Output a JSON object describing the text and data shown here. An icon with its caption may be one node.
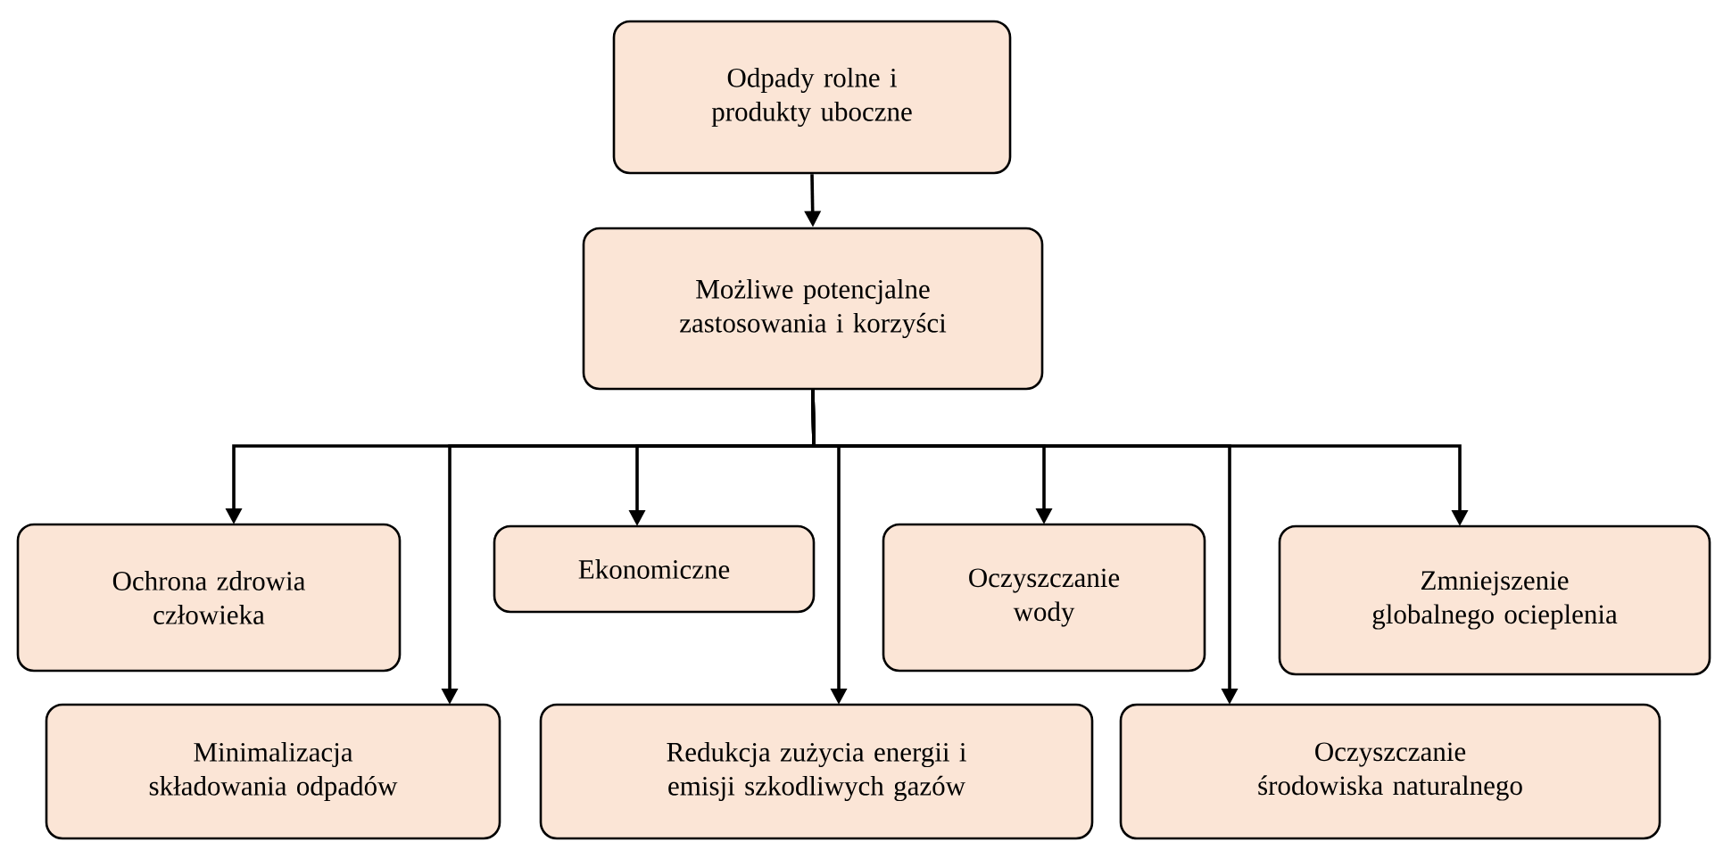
{
  "diagram": {
    "nodes": [
      {
        "text": [
          "Odpady rolne i produkty uboczne"
        ]
      },
      {
        "text": [
          "Możliwe potencjalne zastosowania i korzyści"
        ]
      },
      {
        "text": [
          "Ochrona zdrowia człowieka"
        ]
      },
      {
        "text": [
          "Ekonomiczne"
        ]
      },
      {
        "text": [
          "Oczyszczanie wody"
        ]
      },
      {
        "text": [
          "Zmniejszenie globalnego ocieplenia"
        ]
      },
      {
        "text": [
          "Minimalizacja składowania odpadów"
        ]
      },
      {
        "text": [
          "Redukcja zużycia energii i emisji szkodliwych gazów"
        ]
      },
      {
        "text": [
          "Oczyszczanie środowiska naturalnego"
        ]
      }
    ],
    "edges": [
      {
        "from": 0,
        "to": 1,
        "arrow": "to"
      },
      {
        "from": 1,
        "to": 2,
        "arrow": "to"
      },
      {
        "from": 1,
        "to": 6,
        "arrow": "to"
      },
      {
        "from": 1,
        "to": 3,
        "arrow": "to"
      },
      {
        "from": 1,
        "to": 7,
        "arrow": "to"
      },
      {
        "from": 1,
        "to": 4,
        "arrow": "to"
      },
      {
        "from": 1,
        "to": 8,
        "arrow": "to"
      },
      {
        "from": 1,
        "to": 5,
        "arrow": "to"
      }
    ]
  }
}
